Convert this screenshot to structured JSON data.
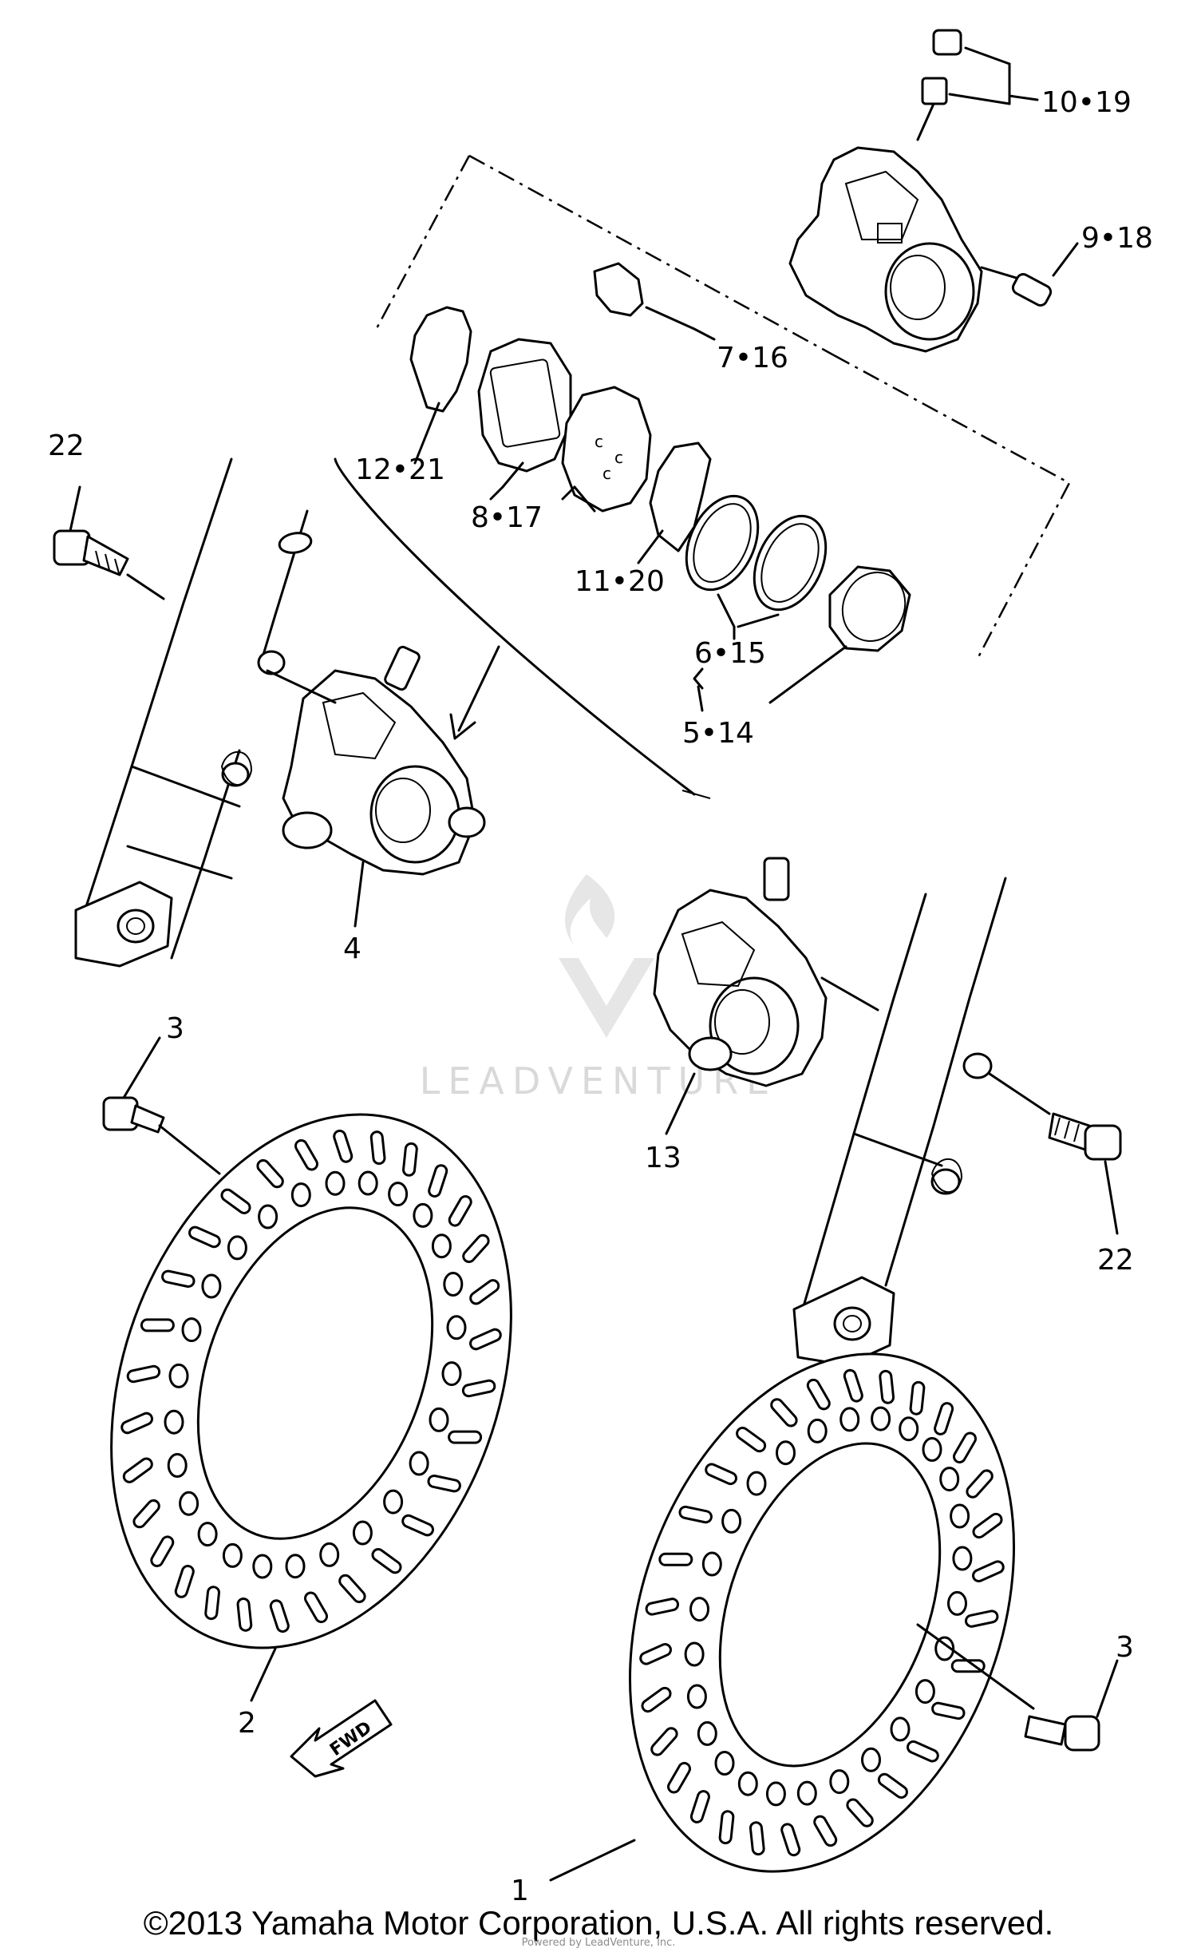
{
  "diagram": {
    "callouts": {
      "c1": "1",
      "c2": "2",
      "c3a": "3",
      "c3b": "3",
      "c4": "4",
      "c5": "5•14",
      "c6": "6•15",
      "c7": "7•16",
      "c8": "8•17",
      "c9": "9•18",
      "c10": "10•19",
      "c11": "11•20",
      "c12": "12•21",
      "c13": "13",
      "c22a": "22",
      "c22b": "22"
    },
    "fwd_label": "FWD",
    "watermark": "LEADVENTURE",
    "footer_stamp": "Powered by LeadVenture, Inc."
  },
  "copyright": "©2013 Yamaha Motor Corporation, U.S.A. All rights reserved."
}
